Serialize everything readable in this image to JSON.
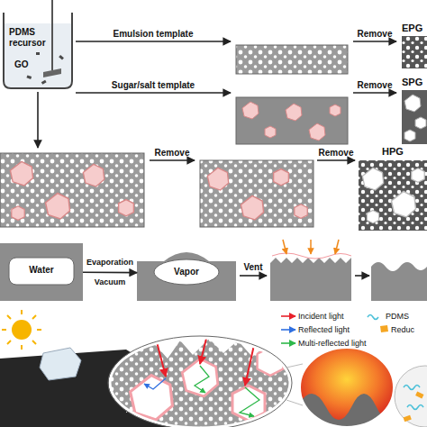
{
  "diagram": {
    "nodes": [
      {
        "text": [
          "PDMS recursor",
          "GO"
        ]
      },
      {
        "text": [
          "EPG"
        ]
      },
      {
        "text": [
          "SPG"
        ]
      },
      {
        "text": [
          "HPG"
        ]
      },
      {
        "text": [
          "Water"
        ]
      },
      {
        "text": [
          "Vapor"
        ]
      }
    ],
    "edges": [
      {
        "from": 4,
        "to": 5,
        "label": "Evaporation Vacuum",
        "arrow": "to"
      }
    ],
    "labels": [
      "Emulsion template",
      "Remove",
      "Sugar/salt template",
      "Remove",
      "Remove",
      "Remove",
      "Vent"
    ],
    "legend": [
      {
        "text": "Incident light"
      },
      {
        "text": "Reflected light"
      },
      {
        "text": "Multi-reflected light"
      },
      {
        "text": "PDMS"
      },
      {
        "text": "Reduc"
      }
    ]
  }
}
